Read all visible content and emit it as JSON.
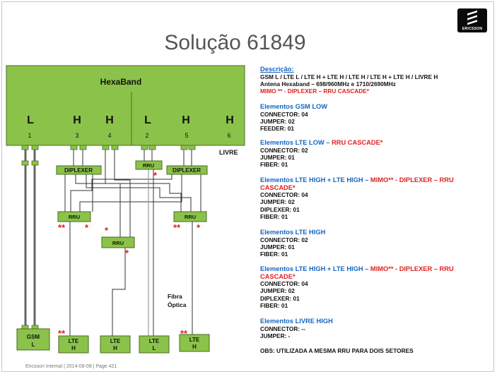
{
  "slide": {
    "title": "Solução 61849",
    "footer": "Ericsson Internal | 2014-09-09 | Page 421",
    "logo_text": "ERICSSON"
  },
  "diagram": {
    "hexaband_label": "HexaBand",
    "ports": [
      {
        "band": "L",
        "num": "1"
      },
      {
        "band": "H",
        "num": "3"
      },
      {
        "band": "H",
        "num": "4"
      },
      {
        "band": "L",
        "num": "2"
      },
      {
        "band": "H",
        "num": "5"
      },
      {
        "band": "H",
        "num": "6"
      }
    ],
    "livre_label": "LIVRE",
    "diplexer_label": "DIPLEXER",
    "rru_label": "RRU",
    "fiber_label_1": "Fibra",
    "fiber_label_2": "Óptica",
    "mark_single": "*",
    "mark_double": "**",
    "bottom_units": [
      {
        "l1": "GSM",
        "l2": "L"
      },
      {
        "l1": "LTE",
        "l2": "H"
      },
      {
        "l1": "LTE",
        "l2": "H"
      },
      {
        "l1": "LTE",
        "l2": "L"
      },
      {
        "l1": "LTE",
        "l2": "H"
      }
    ]
  },
  "description": {
    "heading": "Descrição:",
    "line1": "GSM L / LTE L / LTE H + LTE H / LTE H / LTE H + LTE H / LIVRE H",
    "line2": "Antena Hexaband – 698/960MHz e 1710/2690MHz",
    "line3": "MIMO ** - DIPLEXER – RRU CASCADE*"
  },
  "sections": [
    {
      "title": "Elementos GSM LOW",
      "title_red": "",
      "title_red_line2": "",
      "items": [
        "CONNECTOR: 04",
        "JUMPER: 02",
        "FEEDER: 01"
      ]
    },
    {
      "title": "Elementos LTE LOW – ",
      "title_red": "RRU CASCADE*",
      "title_red_line2": "",
      "items": [
        "CONNECTOR: 02",
        "JUMPER: 01",
        "FIBER: 01"
      ]
    },
    {
      "title": "Elementos LTE HIGH + LTE HIGH – ",
      "title_red": "MIMO** - DIPLEXER – RRU",
      "title_red_line2": "CASCADE*",
      "items": [
        "CONNECTOR: 04",
        "JUMPER: 02",
        "DIPLEXER: 01",
        "FIBER: 01"
      ]
    },
    {
      "title": "Elementos LTE HIGH",
      "title_red": "",
      "title_red_line2": "",
      "items": [
        "CONNECTOR: 02",
        "JUMPER: 01",
        "FIBER: 01"
      ]
    },
    {
      "title": "Elementos LTE HIGH + LTE HIGH – ",
      "title_red": "MIMO** - DIPLEXER – RRU",
      "title_red_line2": "CASCADE*",
      "items": [
        "CONNECTOR: 04",
        "JUMPER: 02",
        "DIPLEXER: 01",
        "FIBER: 01"
      ]
    },
    {
      "title": "Elementos LIVRE HIGH",
      "title_red": "",
      "title_red_line2": "",
      "items": [
        "CONNECTOR: --",
        "JUMPER: -"
      ]
    }
  ],
  "obs": "OBS: UTILIZADA A MESMA RRU PARA DOIS SETORES"
}
